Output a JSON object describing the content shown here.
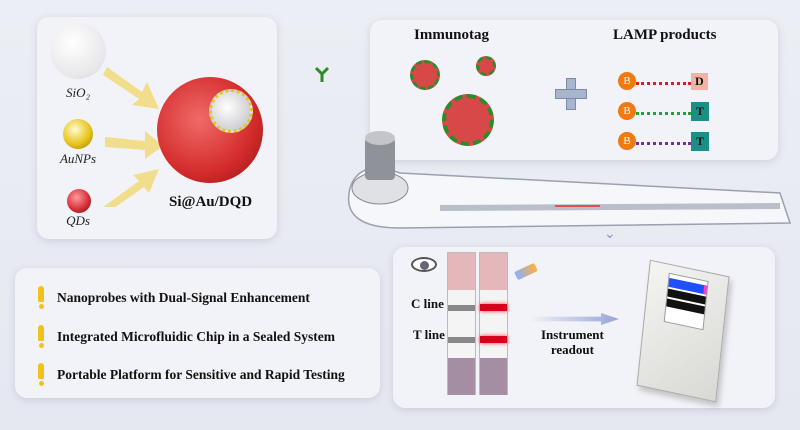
{
  "materials": {
    "sio2": "SiO₂",
    "aunps": "AuNPs",
    "qds": "QDs",
    "composite": "Si@Au/DQD"
  },
  "top_panel": {
    "immunotag": "Immunotag",
    "lamp": "LAMP products",
    "tags": {
      "b": "B",
      "d": "D",
      "t": "T"
    }
  },
  "features": [
    "Nanoprobes with Dual-Signal Enhancement",
    "Integrated Microfluidic Chip in a Sealed System",
    "Portable Platform for Sensitive and Rapid Testing"
  ],
  "readout": {
    "c_line": "C line",
    "t_line": "T line",
    "instrument_l1": "Instrument",
    "instrument_l2": "readout"
  },
  "colors": {
    "accent_yellow": "#f3c21a",
    "qd_red": "#d8323a",
    "strip_red": "#d9001b",
    "antibody_green": "#2f8a2a"
  }
}
